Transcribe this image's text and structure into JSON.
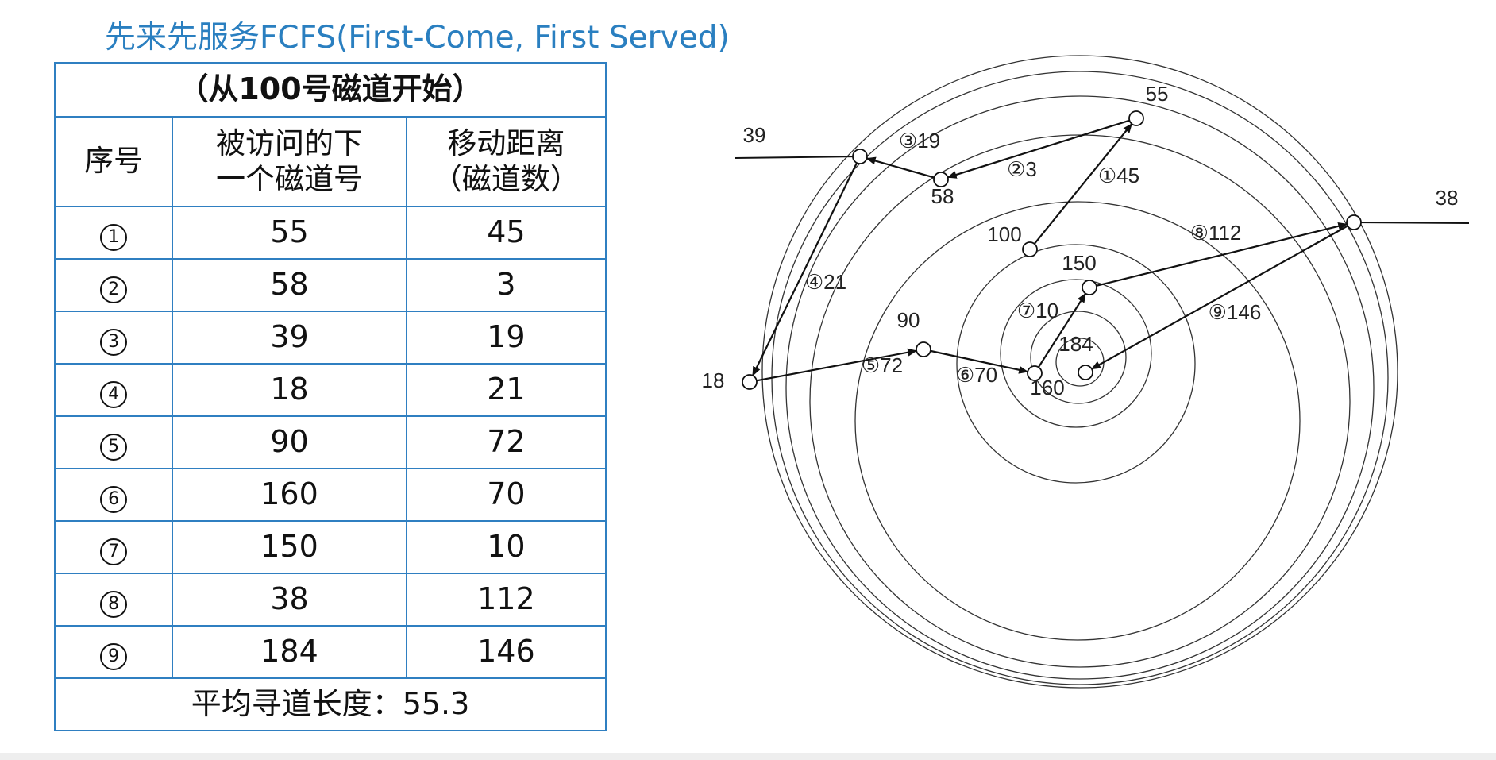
{
  "title": "先来先服务FCFS(First-Come, First Served)",
  "table": {
    "caption": "（从100号磁道开始）",
    "headers": {
      "index": "序号",
      "track_line1": "被访问的下",
      "track_line2": "一个磁道号",
      "dist_line1": "移动距离",
      "dist_line2": "（磁道数）"
    },
    "rows": [
      {
        "idx": "①",
        "track": "55",
        "dist": "45"
      },
      {
        "idx": "②",
        "track": "58",
        "dist": "3"
      },
      {
        "idx": "③",
        "track": "39",
        "dist": "19"
      },
      {
        "idx": "④",
        "track": "18",
        "dist": "21"
      },
      {
        "idx": "⑤",
        "track": "90",
        "dist": "72"
      },
      {
        "idx": "⑥",
        "track": "160",
        "dist": "70"
      },
      {
        "idx": "⑦",
        "track": "150",
        "dist": "10"
      },
      {
        "idx": "⑧",
        "track": "38",
        "dist": "112"
      },
      {
        "idx": "⑨",
        "track": "184",
        "dist": "146"
      }
    ],
    "footer": "平均寻道长度：55.3"
  },
  "diagram": {
    "start_track": "100",
    "nodes": [
      {
        "id": "n100",
        "label": "100"
      },
      {
        "id": "n55",
        "label": "55"
      },
      {
        "id": "n58",
        "label": "58"
      },
      {
        "id": "n39",
        "label": "39"
      },
      {
        "id": "n18",
        "label": "18"
      },
      {
        "id": "n90",
        "label": "90"
      },
      {
        "id": "n160",
        "label": "160"
      },
      {
        "id": "n150",
        "label": "150"
      },
      {
        "id": "n38",
        "label": "38"
      },
      {
        "id": "n184",
        "label": "184"
      }
    ],
    "moves": [
      {
        "from": "n100",
        "to": "n55",
        "label": "①45"
      },
      {
        "from": "n55",
        "to": "n58",
        "label": "②3"
      },
      {
        "from": "n58",
        "to": "n39",
        "label": "③19"
      },
      {
        "from": "n39",
        "to": "n18",
        "label": "④21"
      },
      {
        "from": "n18",
        "to": "n90",
        "label": "⑤72"
      },
      {
        "from": "n90",
        "to": "n160",
        "label": "⑥70"
      },
      {
        "from": "n160",
        "to": "n150",
        "label": "⑦10"
      },
      {
        "from": "n150",
        "to": "n38",
        "label": "⑧112"
      },
      {
        "from": "n38",
        "to": "n184",
        "label": "⑨146"
      }
    ]
  }
}
